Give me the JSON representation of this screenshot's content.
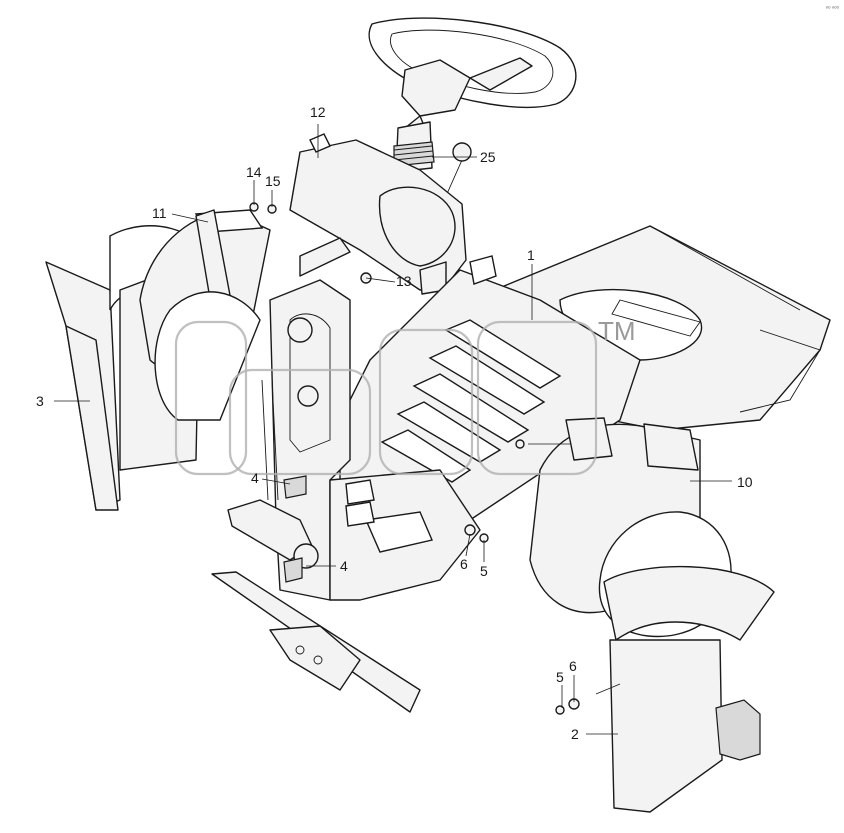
{
  "diagram": {
    "corner_mark": "ⁿᵒ ⁿᵒᵒ",
    "watermark": {
      "trademark": "TM"
    },
    "callouts": [
      {
        "id": "c25",
        "text": "25"
      },
      {
        "id": "c12",
        "text": "12"
      },
      {
        "id": "c14",
        "text": "14"
      },
      {
        "id": "c15",
        "text": "15"
      },
      {
        "id": "c11",
        "text": "11"
      },
      {
        "id": "c13",
        "text": "13"
      },
      {
        "id": "c1",
        "text": "1"
      },
      {
        "id": "c3",
        "text": "3"
      },
      {
        "id": "c10",
        "text": "10"
      },
      {
        "id": "c4a",
        "text": "4"
      },
      {
        "id": "c4b",
        "text": "4"
      },
      {
        "id": "c6a",
        "text": "6"
      },
      {
        "id": "c5a",
        "text": "5"
      },
      {
        "id": "c6b",
        "text": "6"
      },
      {
        "id": "c5b",
        "text": "5"
      },
      {
        "id": "c2",
        "text": "2"
      }
    ]
  }
}
